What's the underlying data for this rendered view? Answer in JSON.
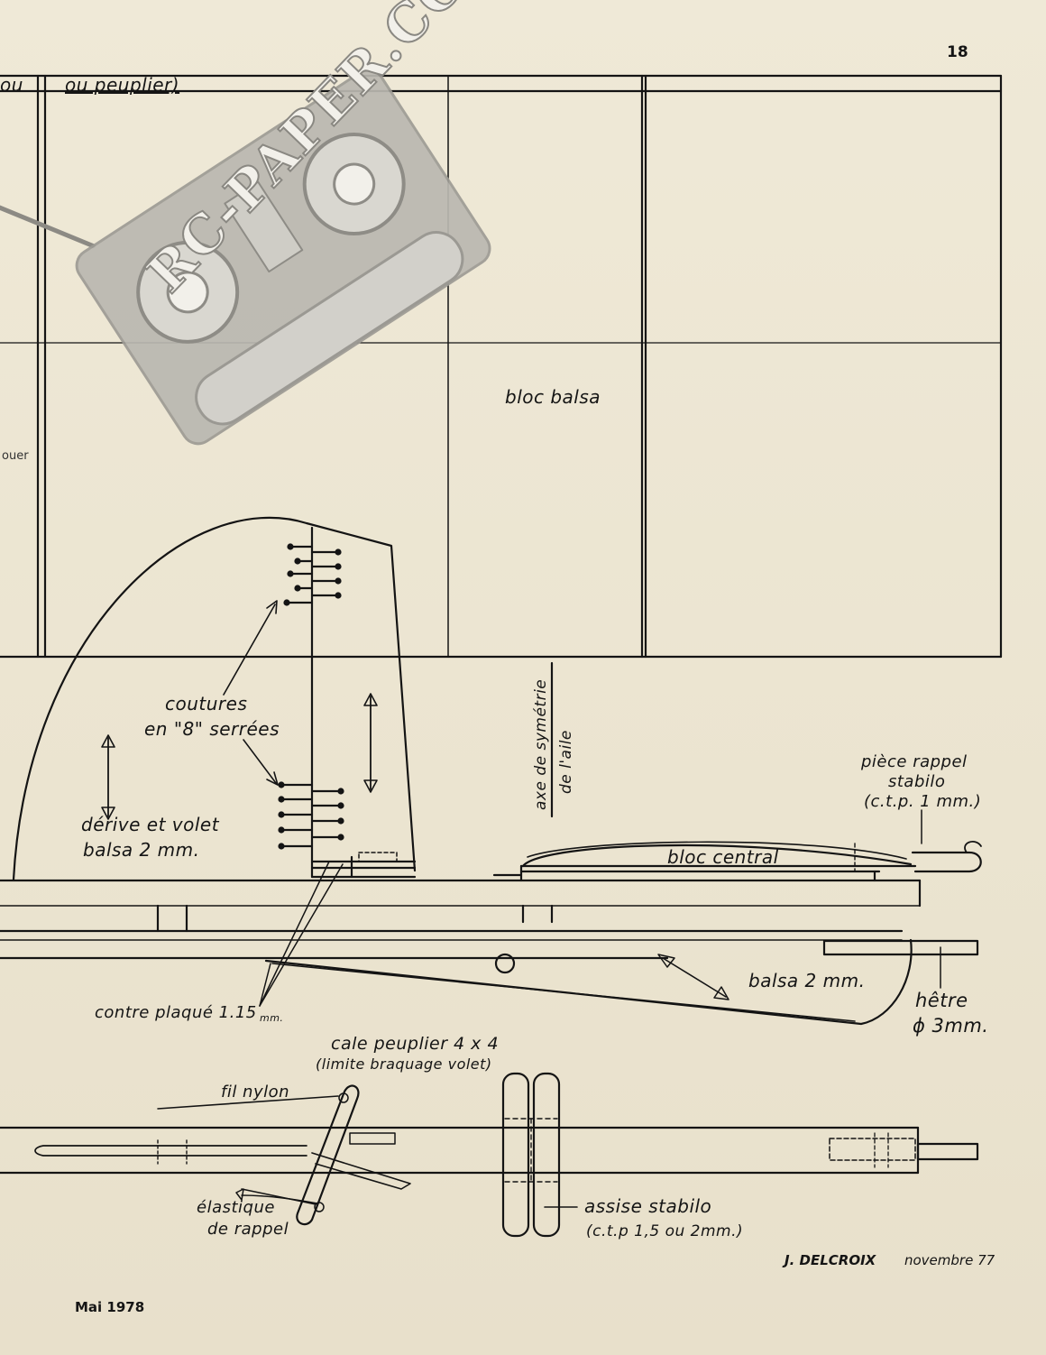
{
  "page": {
    "number": "18",
    "issue": "Mai 1978"
  },
  "watermark": {
    "text": "RC-PAPER.COM"
  },
  "margin_fragment": "ouer",
  "table": {
    "header_left": "ou",
    "header_mid": "ou peuplier)",
    "cell_text": "bloc balsa"
  },
  "labels": {
    "coutures_1": "coutures",
    "coutures_2": "en \"8\" serrées",
    "derive_1": "dérive et volet",
    "derive_2": "balsa  2 mm.",
    "axe_1": "axe de symétrie",
    "axe_2": "de l'aile",
    "piece_1": "pièce rappel",
    "piece_2": "stabilo",
    "piece_3": "(c.t.p. 1 mm.)",
    "bloc_central": "bloc  central",
    "balsa_2mm": "balsa  2 mm.",
    "hetre_1": "hêtre",
    "hetre_2": "ϕ 3mm.",
    "contre_plaque": "contre plaqué  1.15",
    "contre_plaque_unit": "mm.",
    "cale_1": "cale peuplier 4 x 4",
    "cale_2": "(limite braquage volet)",
    "fil_nylon": "fil nylon",
    "elastique_1": "élastique",
    "elastique_2": "de rappel",
    "assise_1": "assise stabilo",
    "assise_2": "(c.t.p  1,5 ou 2mm.)",
    "signature_name": "J. DELCROIX",
    "signature_date": "novembre 77"
  }
}
